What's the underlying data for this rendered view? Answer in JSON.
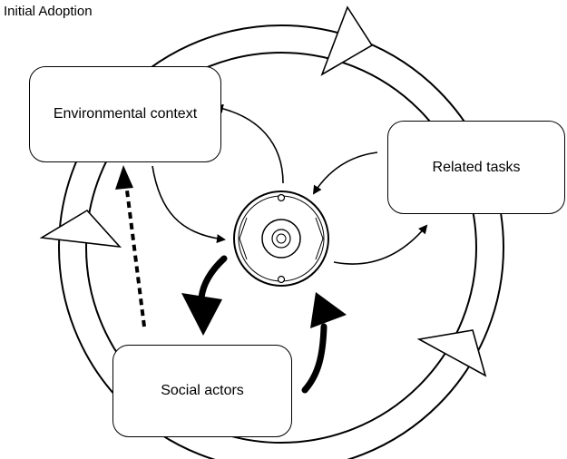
{
  "title": "Initial Adoption",
  "nodes": {
    "environmental_context": "Environmental context",
    "related_tasks": "Related tasks",
    "social_actors": "Social actors"
  },
  "center_icon": "robot-vacuum-icon",
  "colors": {
    "stroke": "#000000",
    "fill": "#ffffff"
  }
}
